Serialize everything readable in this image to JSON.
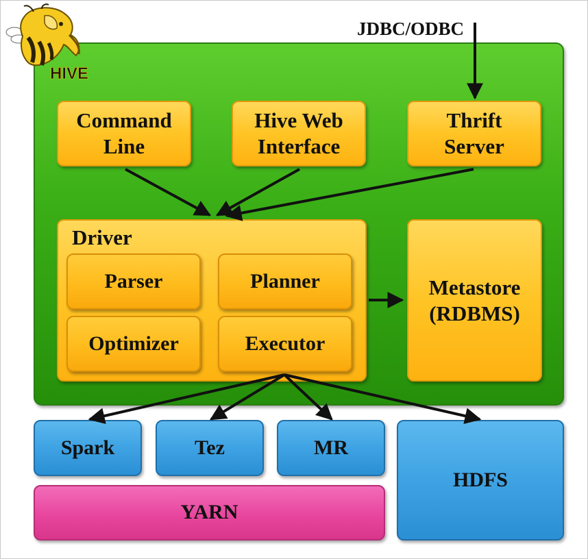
{
  "logo": {
    "text": "HIVE"
  },
  "external": {
    "jdbc_label": "JDBC/ODBC"
  },
  "clients": {
    "command_line": [
      "Command",
      "Line"
    ],
    "web_interface": [
      "Hive Web",
      "Interface"
    ],
    "thrift_server": [
      "Thrift",
      "Server"
    ]
  },
  "driver": {
    "label": "Driver",
    "parser": "Parser",
    "planner": "Planner",
    "optimizer": "Optimizer",
    "executor": "Executor"
  },
  "metastore": [
    "Metastore",
    "(RDBMS)"
  ],
  "engines": {
    "spark": "Spark",
    "tez": "Tez",
    "mr": "MR"
  },
  "storage": {
    "hdfs": "HDFS",
    "yarn": "YARN"
  },
  "colors": {
    "hive_container": "#3aae16",
    "component": "#ffc425",
    "engine": "#3ea2e3",
    "yarn": "#e8469e",
    "arrow": "#111111"
  }
}
